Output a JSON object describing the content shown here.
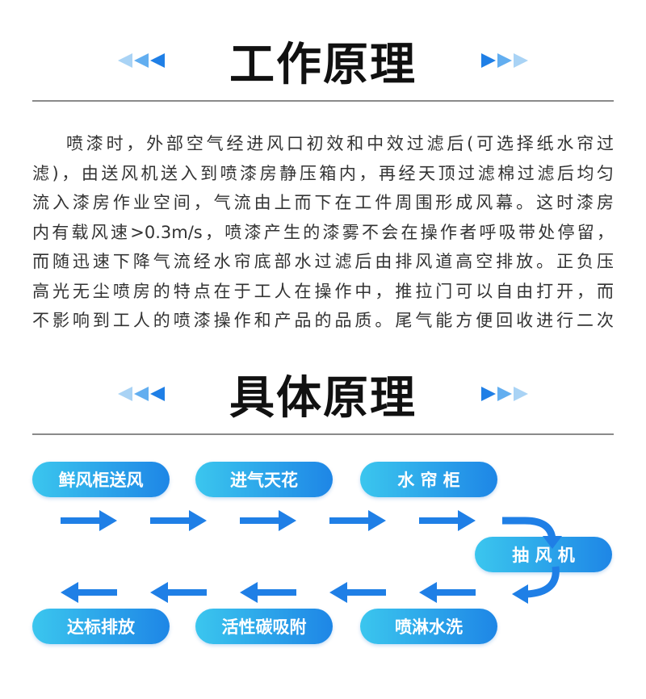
{
  "section1": {
    "title": "工作原理",
    "lines": [
      "喷漆时，外部空气经进风口初效和中效过滤后(可选择纸水帘过",
      "滤)，由送风机送入到喷漆房静压箱内，再经天顶过滤棉过滤后均匀",
      "流入漆房作业空间，气流由上而下在工件周围形成风幕。这时漆房",
      "内有载风速>0.3m/s，喷漆产生的漆雾不会在操作者呼吸带处停留，",
      "而随迅速下降气流经水帘底部水过滤后由排风道高空排放。正负压",
      "高光无尘喷房的特点在于工人在操作中，推拉门可以自由打开，而",
      "不影响到工人的喷漆操作和产品的品质。尾气能方便回收进行二次"
    ]
  },
  "section2": {
    "title": "具体原理",
    "steps": [
      "鲜风柜送风",
      "进气天花",
      "水 帘 柜",
      "抽 风 机",
      "喷淋水洗",
      "活性碳吸附",
      "达标排放"
    ]
  },
  "colors": {
    "accent": "#1f7fe6",
    "pill_start": "#3bc6ee",
    "pill_end": "#1e86e6",
    "tri_light": "#a9d3f5",
    "tri_mid": "#62aef0",
    "tri_dark": "#1f7fe6"
  }
}
